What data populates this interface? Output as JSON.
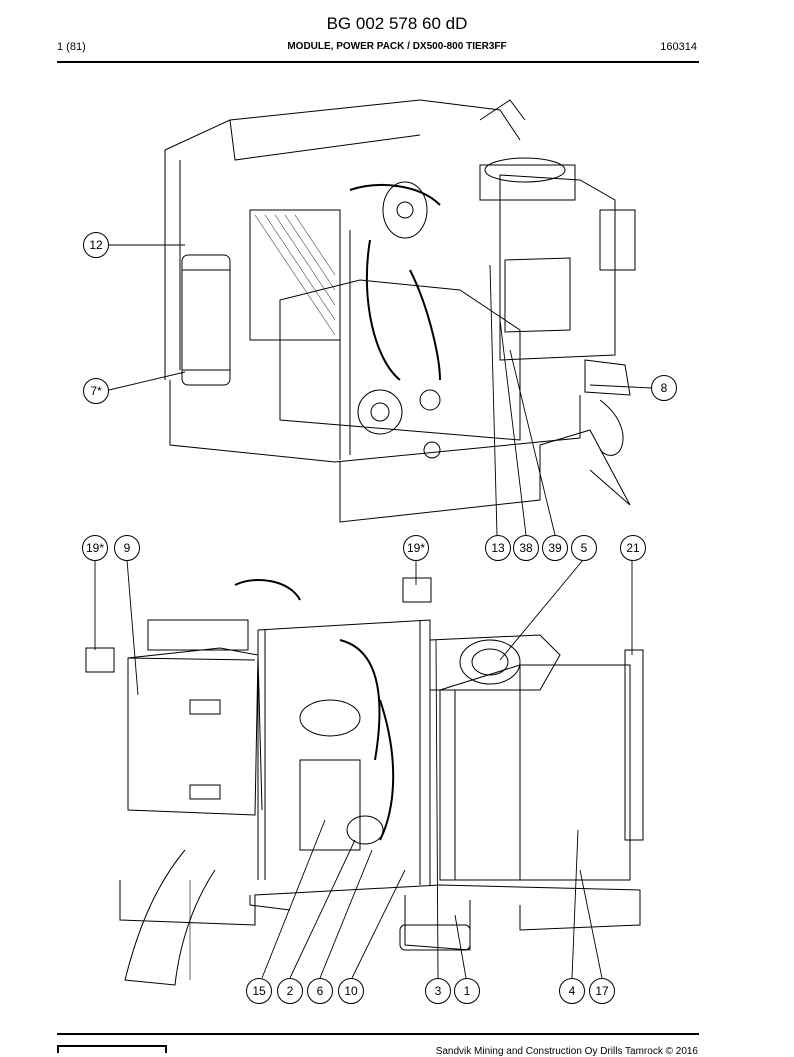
{
  "header": {
    "doc_number": "BG 002 578 60 dD",
    "page": "1 (81)",
    "title": "MODULE, POWER PACK / DX500-800 TIER3FF",
    "date": "160314"
  },
  "footer": {
    "copyright": "Sandvik Mining and Construction Oy Drills Tamrock © 2016"
  },
  "callouts": {
    "c12": "12",
    "c7": "7*",
    "c8": "8",
    "c19a": "19*",
    "c9": "9",
    "c19b": "19*",
    "c13": "13",
    "c38": "38",
    "c39": "39",
    "c5": "5",
    "c21": "21",
    "c15": "15",
    "c2": "2",
    "c6": "6",
    "c10": "10",
    "c3": "3",
    "c1": "1",
    "c4": "4",
    "c17": "17"
  }
}
